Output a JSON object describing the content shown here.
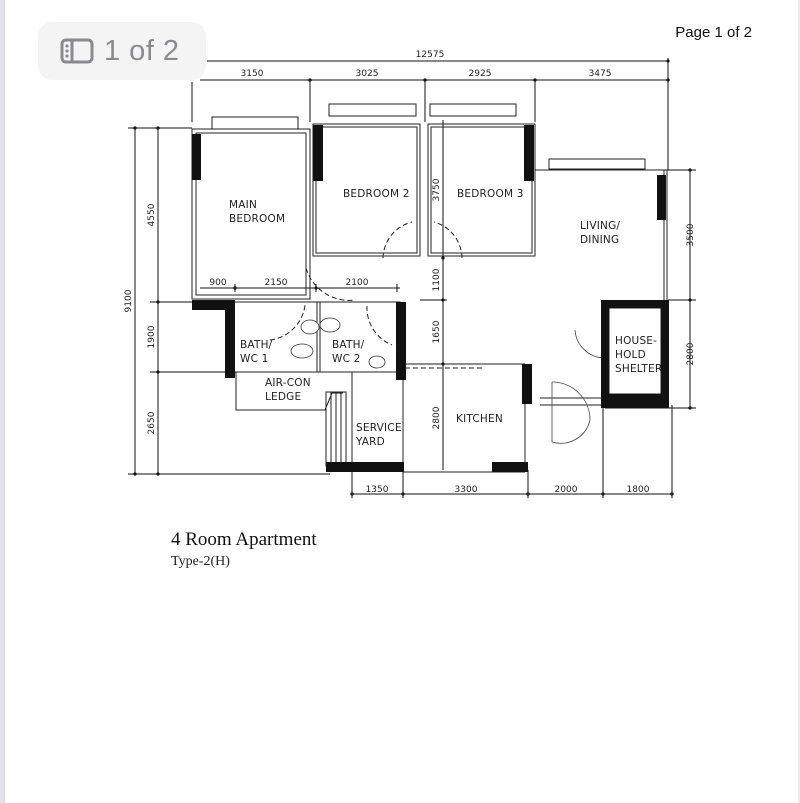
{
  "viewer": {
    "page_indicator": "1 of 2",
    "page_indicator_icon": "sidebar-toggle-icon",
    "page_count_label": "Page 1 of 2"
  },
  "plan": {
    "title": "4 Room Apartment",
    "subtitle": "Type-2(H)",
    "rooms": {
      "main_bedroom_1": "MAIN",
      "main_bedroom_2": "BEDROOM",
      "bedroom2": "BEDROOM 2",
      "bedroom3": "BEDROOM 3",
      "living_1": "LIVING/",
      "living_2": "DINING",
      "bath1_1": "BATH/",
      "bath1_2": "WC  1",
      "bath2_1": "BATH/",
      "bath2_2": "WC  2",
      "aircon_1": "AIR-CON",
      "aircon_2": "LEDGE",
      "service_1": "SERVICE",
      "service_2": "YARD",
      "kitchen": "KITCHEN",
      "shelter_1": "HOUSE-",
      "shelter_2": "HOLD",
      "shelter_3": "SHELTER"
    },
    "dimensions": {
      "top_total": "12575",
      "top": [
        "3150",
        "3025",
        "2925",
        "3475"
      ],
      "left_total": "9100",
      "left": [
        "4550",
        "1900",
        "2650"
      ],
      "right": [
        "3500",
        "2800"
      ],
      "bottom": [
        "1350",
        "3300",
        "2000",
        "1800"
      ],
      "inner_horizontal": [
        "900",
        "2150",
        "2100"
      ],
      "inner_vertical": [
        "3750",
        "1100",
        "1650",
        "2800"
      ]
    }
  }
}
